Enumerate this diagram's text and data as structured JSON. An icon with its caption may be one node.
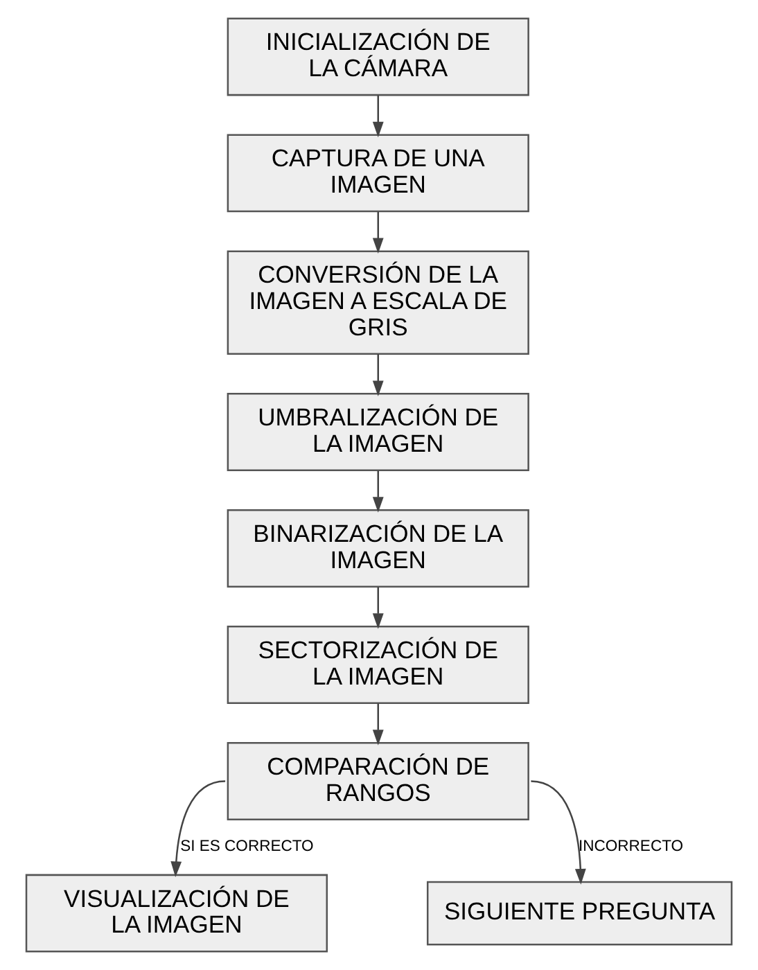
{
  "diagram": {
    "nodes": [
      {
        "text": [
          "INICIALIZACIÓN DE LA CÁMARA"
        ]
      },
      {
        "text": [
          "CAPTURA DE UNA IMAGEN"
        ]
      },
      {
        "text": [
          "CONVERSIÓN DE LA IMAGEN A ESCALA DE GRIS"
        ]
      },
      {
        "text": [
          "UMBRALIZACIÓN DE LA IMAGEN"
        ]
      },
      {
        "text": [
          "BINARIZACIÓN DE LA IMAGEN"
        ]
      },
      {
        "text": [
          "SECTORIZACIÓN DE LA IMAGEN"
        ]
      },
      {
        "text": [
          "COMPARACIÓN DE RANGOS"
        ]
      },
      {
        "text": [
          "VISUALIZACIÓN DE LA IMAGEN"
        ]
      },
      {
        "text": [
          "SIGUIENTE PREGUNTA"
        ]
      }
    ],
    "edges": [
      {
        "from": 0,
        "to": 1,
        "arrow": "to"
      },
      {
        "from": 1,
        "to": 2,
        "arrow": "to"
      },
      {
        "from": 2,
        "to": 3,
        "arrow": "to"
      },
      {
        "from": 3,
        "to": 4,
        "arrow": "to"
      },
      {
        "from": 4,
        "to": 5,
        "arrow": "to"
      },
      {
        "from": 5,
        "to": 6,
        "arrow": "to"
      },
      {
        "from": 6,
        "to": 7,
        "arrow": "to",
        "label": "SI ES CORRECTO"
      },
      {
        "from": 6,
        "to": 8,
        "arrow": "to",
        "label": "INCORRECTO"
      }
    ]
  }
}
